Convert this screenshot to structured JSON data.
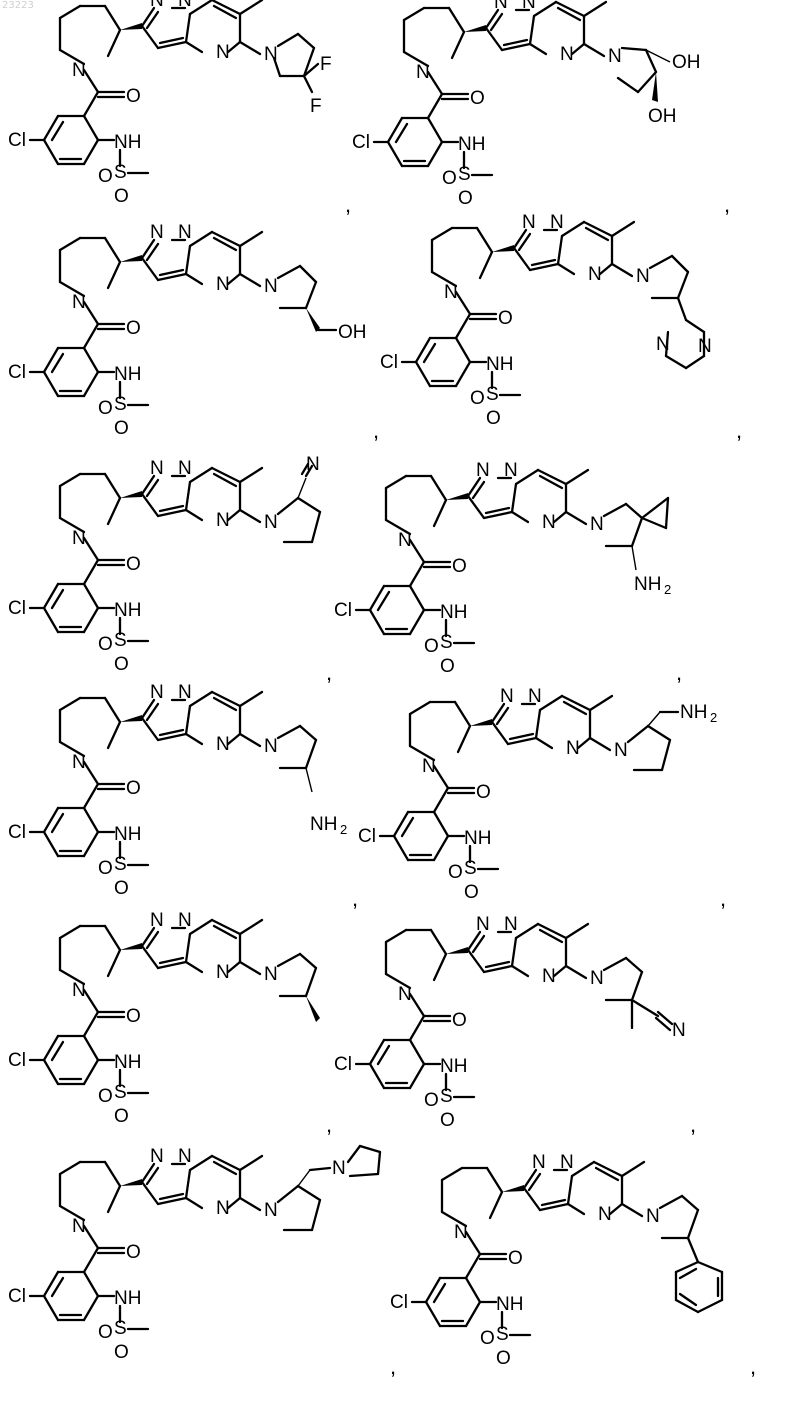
{
  "watermark": "23223",
  "core_labels": {
    "n1": "N",
    "n2": "N",
    "n_pyr": "N",
    "n_pip": "N",
    "o_carbonyl": "O",
    "cl": "Cl",
    "nh": "NH",
    "s": "S",
    "o1": "O",
    "o2": "O"
  },
  "separator": ",",
  "compounds": [
    {
      "id": 1,
      "ring": "N",
      "labels": [
        "F",
        "F"
      ]
    },
    {
      "id": 2,
      "ring": "N",
      "labels": [
        "OH",
        "OH"
      ]
    },
    {
      "id": 3,
      "ring": "N",
      "labels": [
        "OH"
      ]
    },
    {
      "id": 4,
      "ring": "N",
      "labels": [
        "N",
        "N"
      ]
    },
    {
      "id": 5,
      "ring": "N",
      "labels": [
        "N"
      ]
    },
    {
      "id": 6,
      "ring": "N",
      "labels": [
        "NH",
        "2"
      ]
    },
    {
      "id": 7,
      "ring": "N",
      "labels": [
        "NH",
        "2"
      ]
    },
    {
      "id": 8,
      "ring": "N",
      "labels": [
        "NH",
        "2"
      ]
    },
    {
      "id": 9,
      "ring": "N",
      "labels": []
    },
    {
      "id": 10,
      "ring": "N",
      "labels": [
        "N"
      ]
    },
    {
      "id": 11,
      "ring": "N",
      "labels": [
        "N"
      ]
    },
    {
      "id": 12,
      "ring": "N",
      "labels": []
    }
  ]
}
